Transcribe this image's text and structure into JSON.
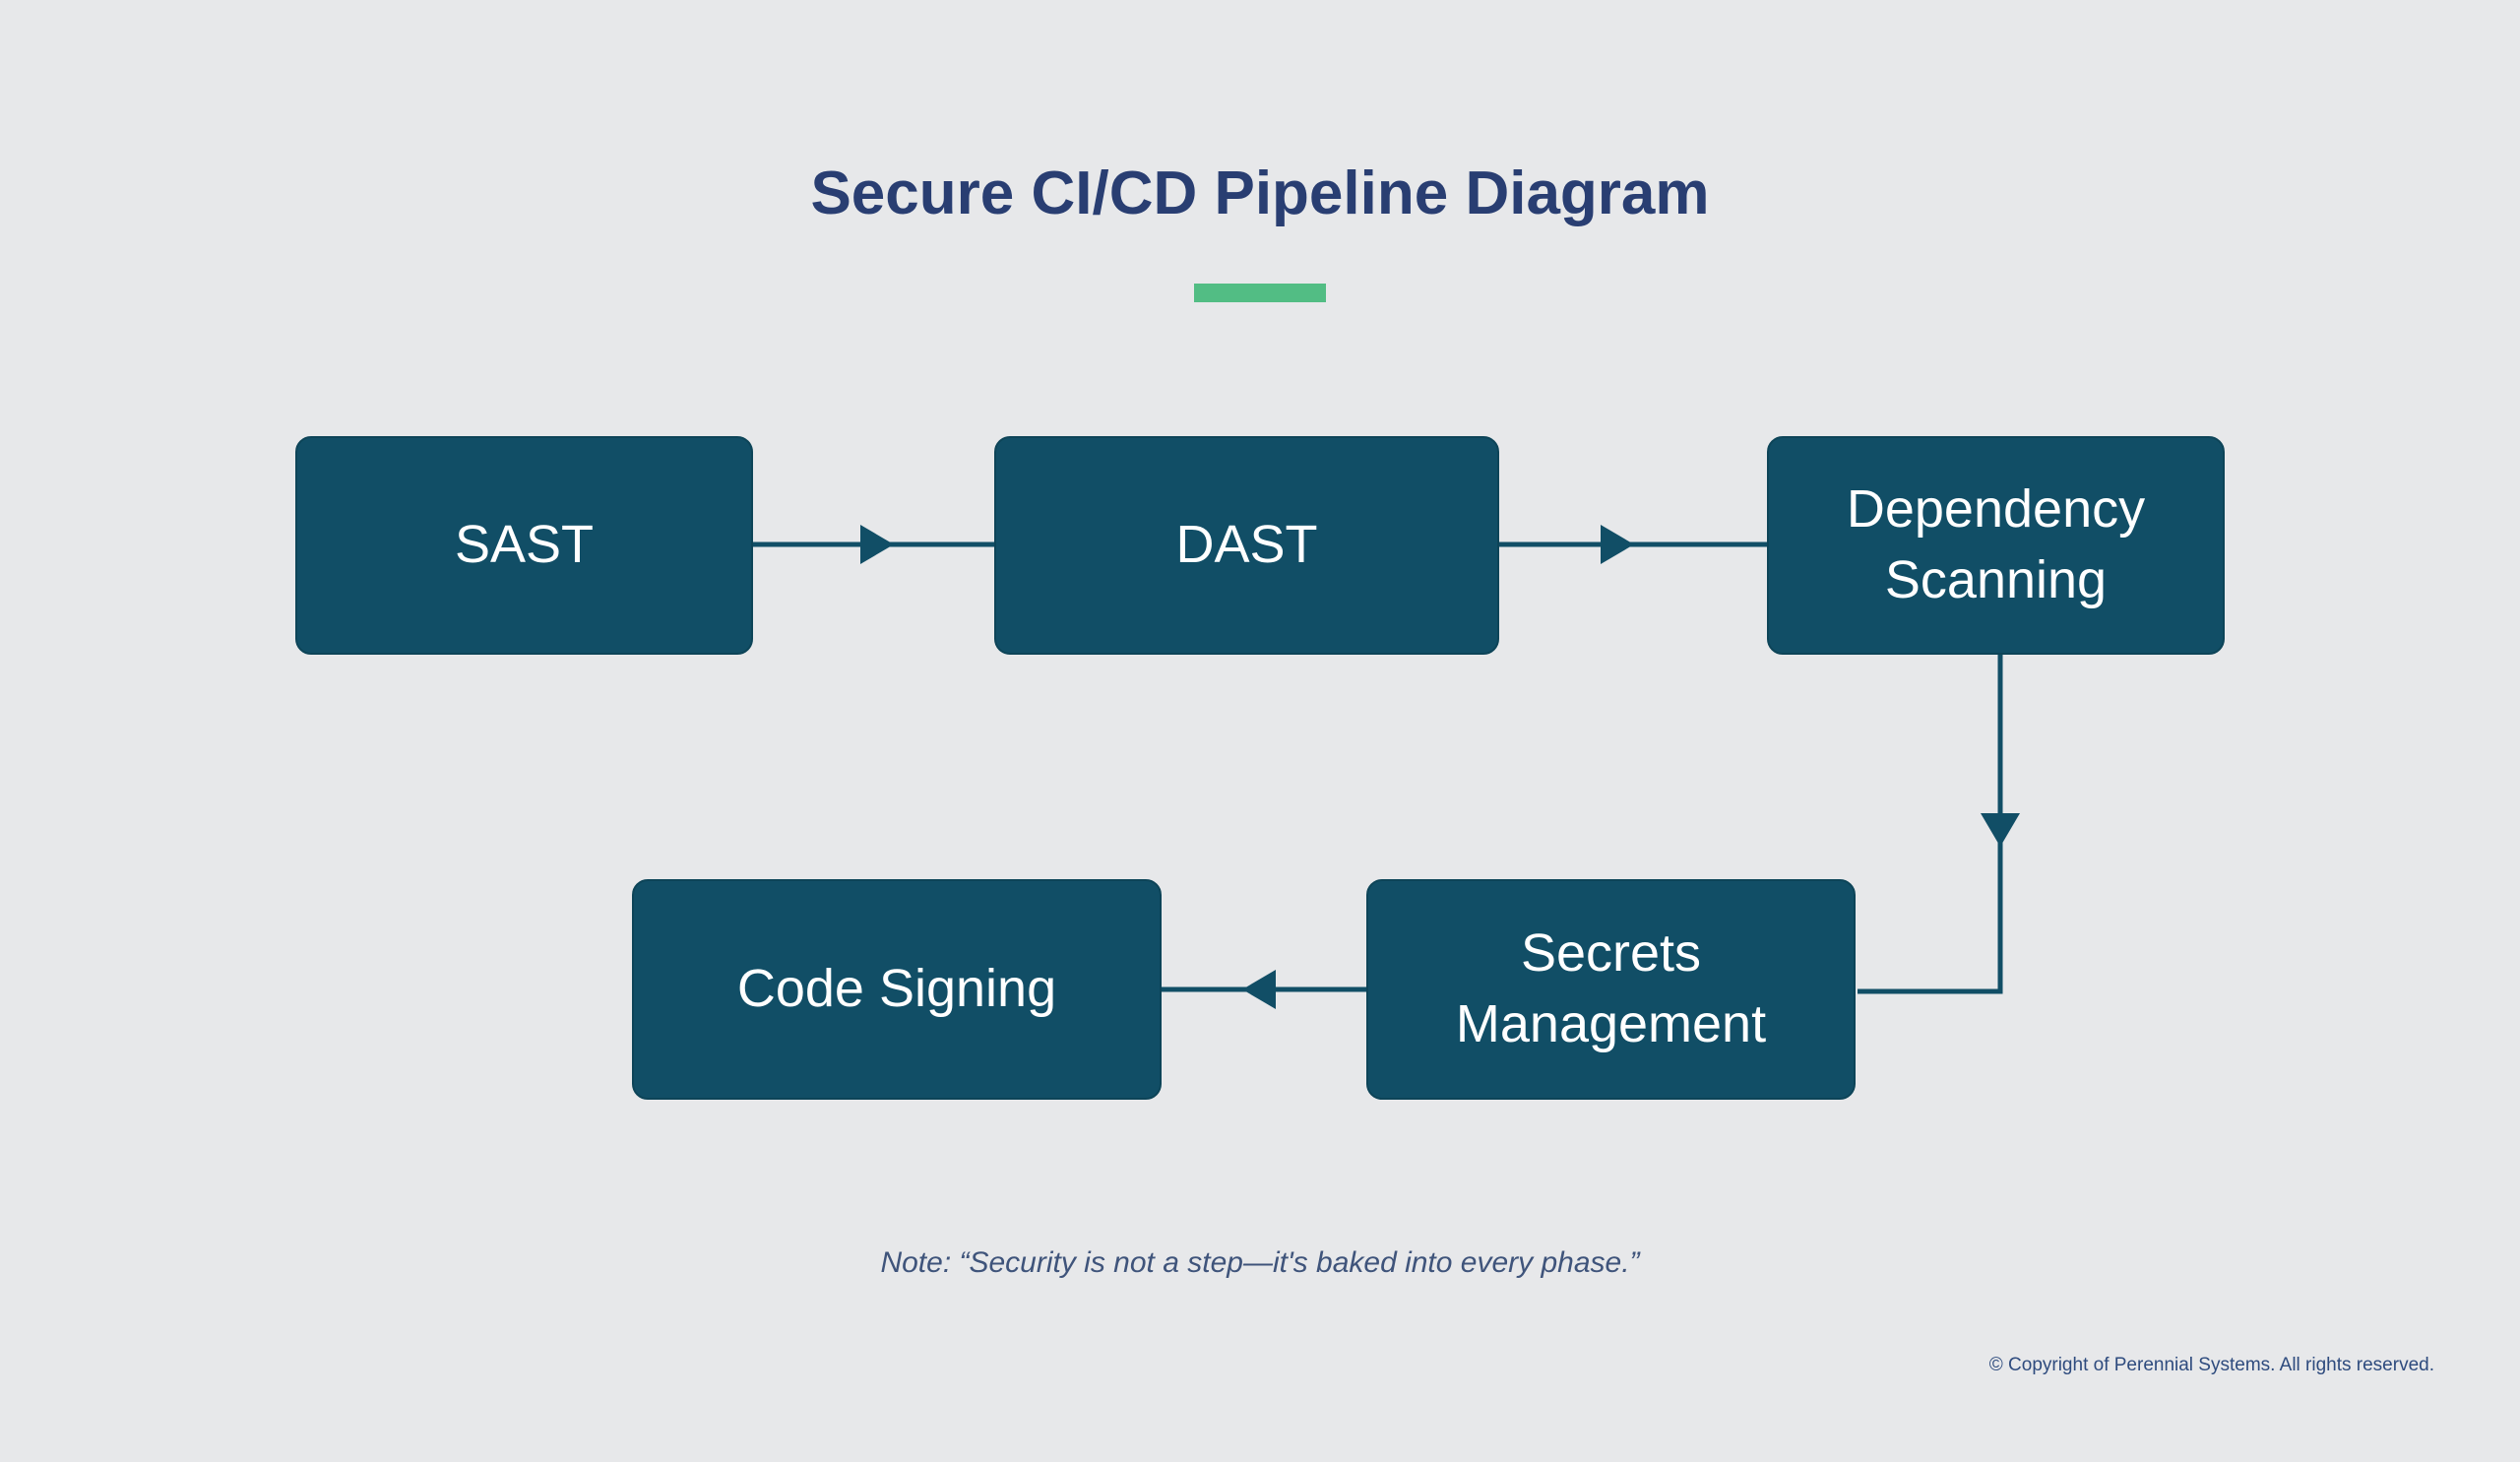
{
  "page": {
    "title": "Secure CI/CD Pipeline Diagram",
    "note": "Note: “Security is not a step—it's baked into every phase.”",
    "copyright": "© Copyright of Perennial Systems. All rights reserved."
  },
  "colors": {
    "background": "#E7E8EA",
    "node_fill": "#114E66",
    "node_border": "#0D4458",
    "node_text": "#FFFFFF",
    "connector": "#114E66",
    "title_text": "#293E72",
    "accent_bar": "#52BD84",
    "note_text": "#3F547B",
    "copyright_text": "#2E4B7E"
  },
  "diagram": {
    "type": "flowchart",
    "nodes": [
      {
        "id": "sast",
        "label": "SAST"
      },
      {
        "id": "dast",
        "label": "DAST"
      },
      {
        "id": "dependency-scanning",
        "label": "Dependency Scanning"
      },
      {
        "id": "code-signing",
        "label": "Code Signing"
      },
      {
        "id": "secrets-management",
        "label": "Secrets Management"
      }
    ],
    "edges": [
      {
        "from": "sast",
        "to": "dast",
        "direction": "right"
      },
      {
        "from": "dast",
        "to": "dependency-scanning",
        "direction": "right"
      },
      {
        "from": "dependency-scanning",
        "to": "secrets-management",
        "direction": "down-then-left"
      },
      {
        "from": "secrets-management",
        "to": "code-signing",
        "direction": "left"
      }
    ]
  }
}
